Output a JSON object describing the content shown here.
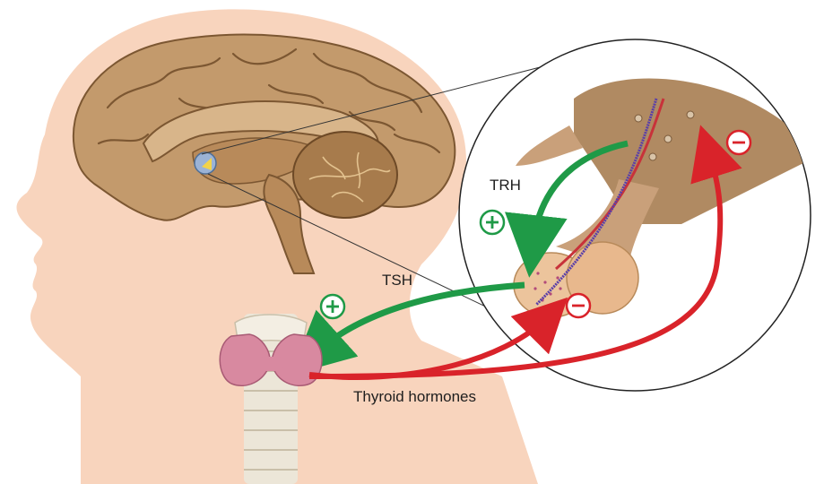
{
  "labels": {
    "trh": "TRH",
    "tsh": "TSH",
    "thyroid_hormones": "Thyroid hormones"
  },
  "symbols": {
    "plus": "+",
    "minus": "−"
  },
  "colors": {
    "skin": "#f8d4bd",
    "brain": "#c39a6c",
    "brain_dark": "#8c6640",
    "cerebellum": "#a77b4c",
    "stimulate_arrow": "#1f9a47",
    "inhibit_arrow": "#d9232a",
    "thyroid": "#d889a0",
    "trachea": "#ece6d8",
    "pituitary": "#ecc49c"
  }
}
